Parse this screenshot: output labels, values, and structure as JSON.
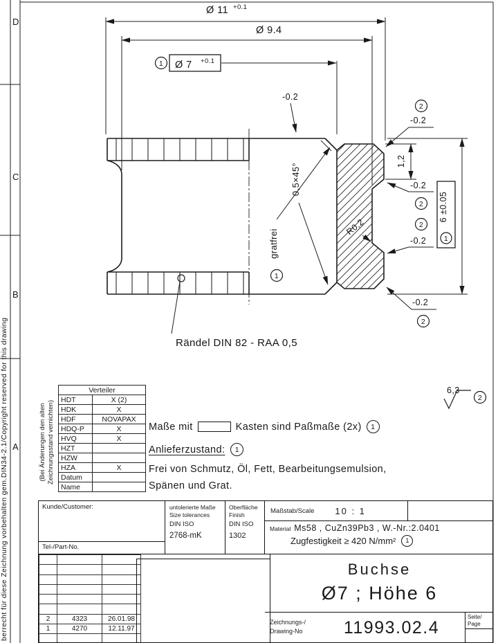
{
  "sheet": {
    "copyright_note": "berrecht für diese Zeichnung vorbehalten gem.DIN34-2.1/Copyright reserved for this drawing",
    "zones": [
      "D",
      "C",
      "B",
      "A"
    ]
  },
  "drawing": {
    "dia11": {
      "label": "Ø 11",
      "tol": "+0.1"
    },
    "dia94": {
      "label": "Ø 9.4"
    },
    "dia7": {
      "label": "Ø 7",
      "tol": "+0.1"
    },
    "minus_tol": "-0.2",
    "step": "1,2",
    "height": "6 ±0.05",
    "chamfer": "0,5×45°",
    "deburr": "gratfrei",
    "radius": "R0,2",
    "knurl_note": "Rändel DIN 82 - RAA 0,5",
    "roughness": "6,3",
    "b1": "1",
    "b2": "2"
  },
  "distribution": {
    "title": "Verteiler",
    "side_note_line1": "(Bei Änderungen den alten",
    "side_note_line2": "Zeichnungsstand vernichten)",
    "rows": [
      {
        "code": "HDT",
        "value": "X (2)"
      },
      {
        "code": "HDK",
        "value": "X"
      },
      {
        "code": "HDF",
        "value": "NOVAPAX"
      },
      {
        "code": "HDQ-P",
        "value": "X"
      },
      {
        "code": "HVQ",
        "value": "X"
      },
      {
        "code": "HZT",
        "value": ""
      },
      {
        "code": "HZW",
        "value": ""
      },
      {
        "code": "HZA",
        "value": "X"
      },
      {
        "code": "Datum",
        "value": ""
      },
      {
        "code": "Name",
        "value": ""
      }
    ]
  },
  "notes": {
    "fit_pre": "Maße mit",
    "fit_post": "Kasten sind Paßmaße (2x)",
    "delivery_heading": "Anlieferzustand:",
    "clean1": "Frei von Schmutz, Öl, Fett, Bearbeitungsemulsion,",
    "clean2": "Spänen und Grat."
  },
  "title_block": {
    "customer_label": "Kunde/Customer:",
    "part_no_label": "Tel-/Part-No.",
    "tolerance": {
      "l1": "untolerierte Maße",
      "l2": "Size tolerances",
      "l3": "DIN ISO",
      "l4": "2768-mK"
    },
    "finish": {
      "l1": "Oberfläche",
      "l2": "Finish",
      "l3": "DIN ISO",
      "l4": "1302"
    },
    "scale_label": "Maßstab/Scale",
    "scale_value": "10 : 1",
    "material_label": "Material",
    "material_value": "Ms58 , CuZn39Pb3 , W.-Nr.:2.0401",
    "strength": "Zugfestigkeit ≥ 420 N/mm²",
    "part_name": "Buchse",
    "part_size": "Ø7 ; Höhe 6",
    "drawing_no_label1": "Zeichnungs-/",
    "drawing_no_label2": "Drawing-No",
    "drawing_no": "11993.02.4",
    "page_label1": "Seite/",
    "page_label2": "Page",
    "revisions": [
      {
        "rev": "2",
        "doc": "4323",
        "date": "26.01.98"
      },
      {
        "rev": "1",
        "doc": "4270",
        "date": "12.11.97"
      }
    ]
  }
}
